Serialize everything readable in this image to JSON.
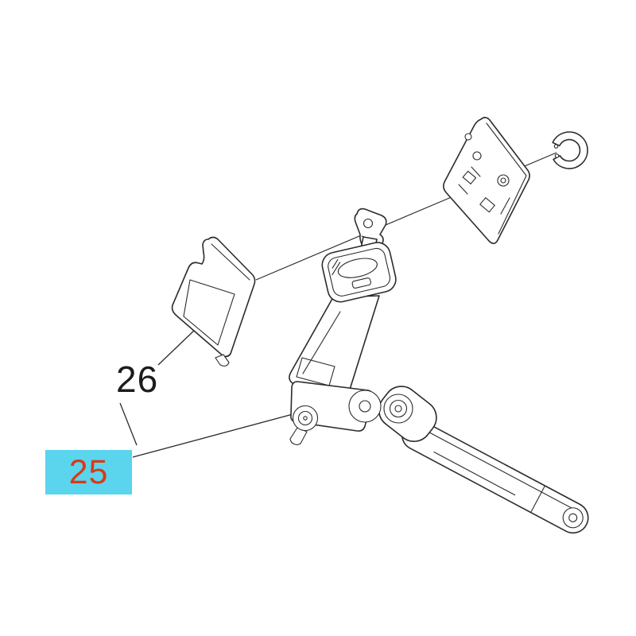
{
  "figure": {
    "type": "exploded-parts-diagram",
    "background": "#ffffff",
    "line_color": "#2b2b2b",
    "parts": [
      "trim-cover",
      "latch-clip",
      "buckle-head",
      "buckle-stalk",
      "anchor-bracket",
      "pivot-bolt",
      "pretensioner-cylinder",
      "pretensioner-tube",
      "mounting-plate",
      "retaining-ring"
    ]
  },
  "labels": {
    "part26": {
      "text": "26",
      "color": "#1c1c1c"
    },
    "part25": {
      "text": "25",
      "color": "#d93a16",
      "highlight_bg": "#5bd4ee"
    }
  }
}
